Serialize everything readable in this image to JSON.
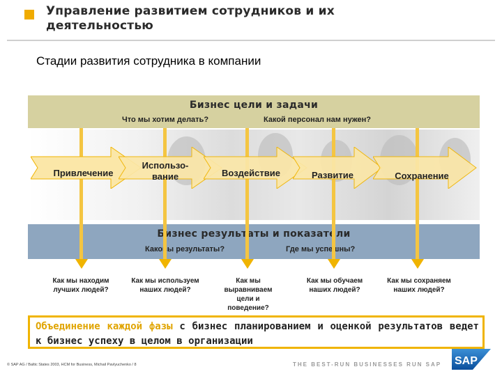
{
  "header": {
    "title": "Управление развитием сотрудников и их деятельностью"
  },
  "subtitle": "Стадии развития сотрудника в компании",
  "goals_band": {
    "title": "Бизнес цели и задачи",
    "q1": "Что мы хотим делать?",
    "q2": "Какой персонал нам нужен?"
  },
  "stages": [
    {
      "label": "Привлечение"
    },
    {
      "label": "Использо-\nвание"
    },
    {
      "label": "Воздействие"
    },
    {
      "label": "Развитие"
    },
    {
      "label": "Сохранение"
    }
  ],
  "results_band": {
    "title": "Бизнес результаты и показатели",
    "q1": "Каковы результаты?",
    "q2": "Где мы успешны?"
  },
  "questions": [
    "Как мы находим лучших людей?",
    "Как мы используем наших людей?",
    "Как мы выравниваем цели и поведение?",
    "Как мы обучаем наших людей?",
    "Как мы сохраняем наших людей?"
  ],
  "conclusion": {
    "highlight": "Объединение каждой фазы",
    "rest": " с бизнес планированием и оценкой результатов ведет к бизнес успеху в целом в организации"
  },
  "footer": {
    "copyright": "© SAP AG / Baltic States 2003, HCM for Business, Michail Pavlyuchenko / 8",
    "tagline": "THE BEST-RUN BUSINESSES RUN SAP",
    "logo_text": "SAP"
  },
  "colors": {
    "gold": "#f0b400",
    "goals_band": "#d6d1a0",
    "results_band": "#8ea6bf",
    "arrow_fill": "#fbe7a8"
  }
}
